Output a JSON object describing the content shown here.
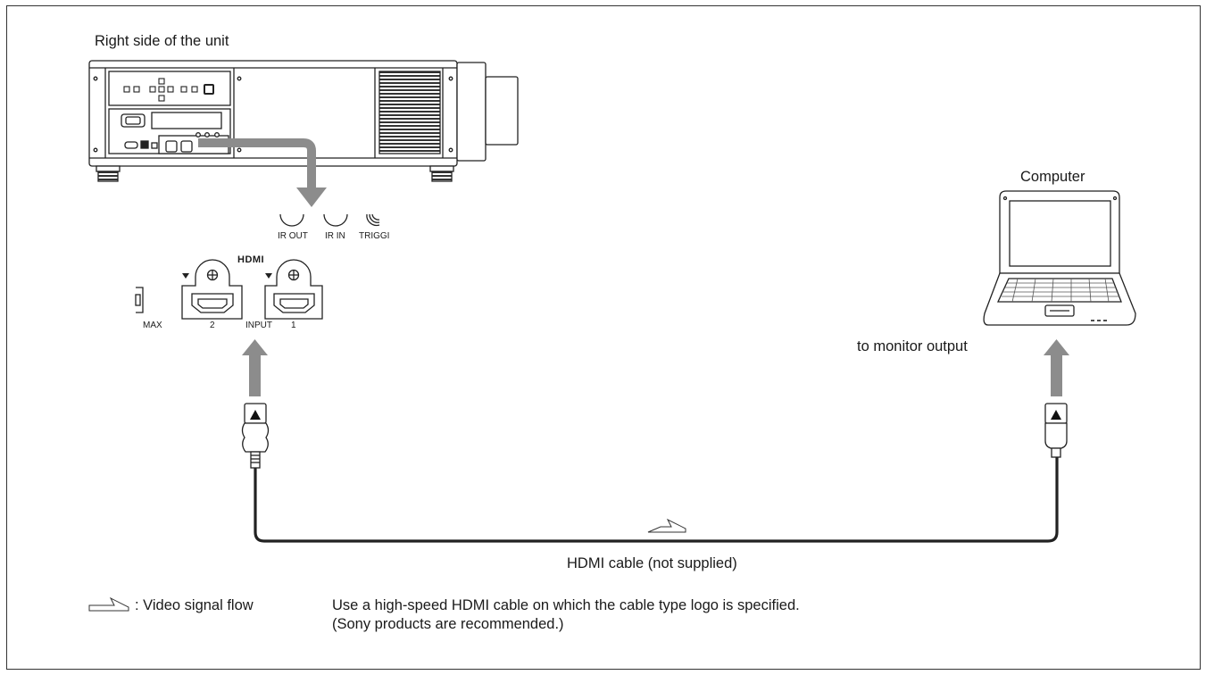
{
  "title_unit_side": "Right side of the unit",
  "computer_label": "Computer",
  "monitor_label": "to monitor output",
  "cable_label": "HDMI cable (not supplied)",
  "legend": {
    "signal_flow": ": Video signal flow",
    "note_line1": "Use a high-speed HDMI cable on which the cable type logo is specified.",
    "note_line2": "(Sony products are recommended.)"
  },
  "panel": {
    "hdmi_logo": "HDMI",
    "ir_out": "IR OUT",
    "ir_in": "IR IN",
    "trigger": "TRIGGI",
    "max": "MAX",
    "port2": "2",
    "input": "INPUT",
    "port1": "1"
  },
  "colors": {
    "arrow": "#8c8c8c",
    "line": "#222222",
    "frame": "#333333"
  }
}
